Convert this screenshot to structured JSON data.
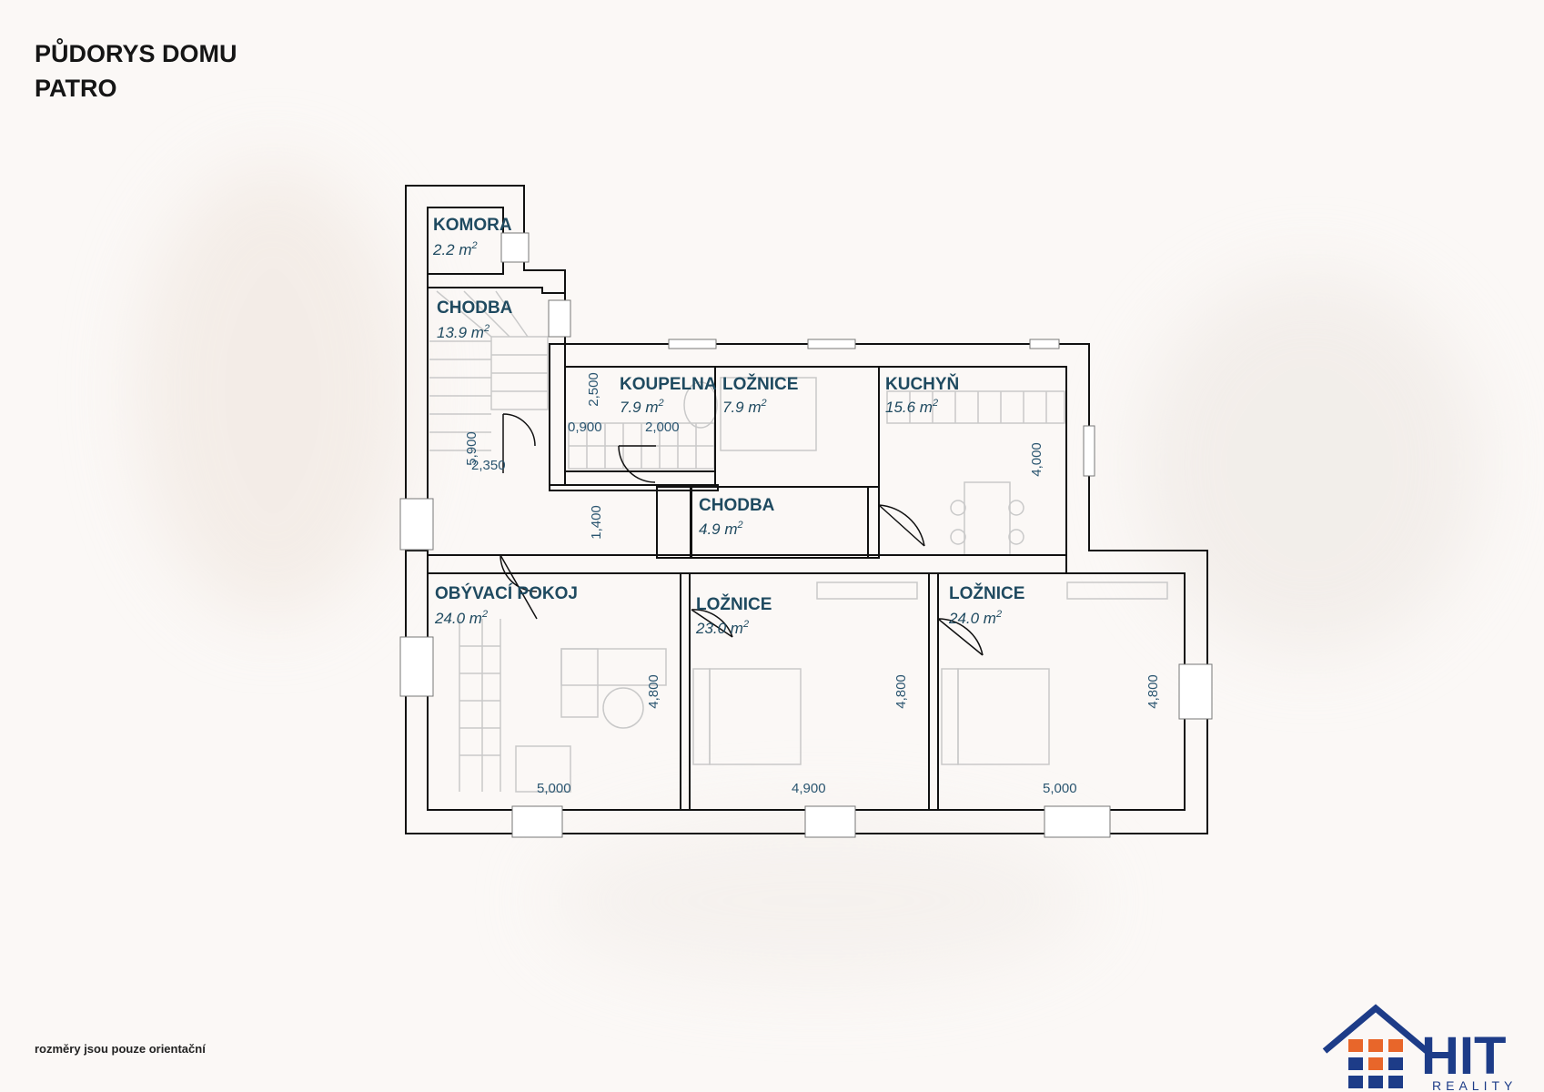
{
  "header": {
    "title_line1": "PŮDORYS DOMU",
    "title_line2": "PATRO"
  },
  "footer": {
    "note": "rozměry jsou pouze orientační"
  },
  "brand": {
    "name": "HIT",
    "tagline": "REALITY",
    "color_blue": "#1d3c88",
    "color_orange": "#e8662a"
  },
  "colors": {
    "wall": "#111111",
    "room_label": "#1f4a60"
  },
  "rooms": {
    "komora": {
      "name": "KOMORA",
      "area": "2.2 m"
    },
    "chodba1": {
      "name": "CHODBA",
      "area": "13.9 m"
    },
    "koupelna": {
      "name": "KOUPELNA",
      "area": "7.9 m"
    },
    "loznice1": {
      "name": "LOŽNICE",
      "area": "7.9 m"
    },
    "kuchyn": {
      "name": "KUCHYŇ",
      "area": "15.6 m"
    },
    "chodba2": {
      "name": "CHODBA",
      "area": "4.9 m"
    },
    "obyvaci": {
      "name": "OBÝVACÍ POKOJ",
      "area": "24.0 m"
    },
    "loznice2": {
      "name": "LOŽNICE",
      "area": "23.0 m"
    },
    "loznice3": {
      "name": "LOŽNICE",
      "area": "24.0 m"
    },
    "sup": "2"
  },
  "dims": {
    "d5900": "5,900",
    "d2350": "2,350",
    "d2500": "2,500",
    "d0900": "0,900",
    "d2000": "2,000",
    "d4000": "4,000",
    "d1400": "1,400",
    "d4800a": "4,800",
    "d4800b": "4,800",
    "d4800c": "4,800",
    "d5000a": "5,000",
    "d4900": "4,900",
    "d5000b": "5,000"
  }
}
